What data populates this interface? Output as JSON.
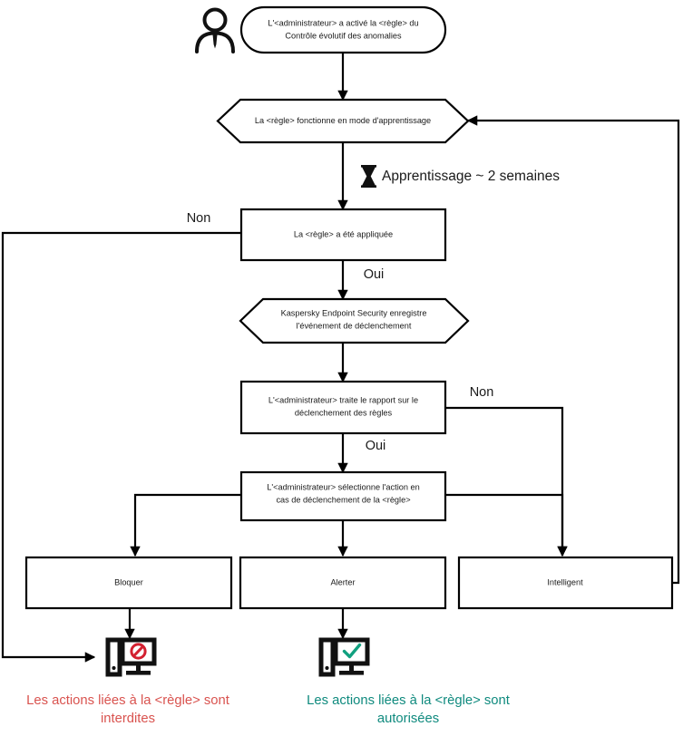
{
  "diagram": {
    "title": "Adaptive Anomaly Control rule workflow",
    "colors": {
      "line": "#000000",
      "text": "#1a1a1a",
      "forbidden": "#d9534f",
      "allowed": "#0f8a7e",
      "deny_icon": "#d32030",
      "allow_icon": "#11a07f"
    },
    "actor": {
      "name": "administrator-person-icon",
      "label": "administrator"
    },
    "nodes": [
      {
        "id": "start",
        "shape": "rounded",
        "name": "node-rule-enabled",
        "lines": [
          "L'<administrateur> a activé la <règle> du",
          "Contrôle évolutif des anomalies"
        ]
      },
      {
        "id": "learning",
        "shape": "hexagon",
        "name": "node-learning-mode",
        "lines": [
          "La <règle> fonctionne en mode d'apprentissage"
        ]
      },
      {
        "id": "applied",
        "shape": "rect",
        "name": "node-rule-applied",
        "lines": [
          "La <règle> a été appliquée"
        ]
      },
      {
        "id": "record",
        "shape": "hexagon",
        "name": "node-kes-records-event",
        "lines": [
          "Kaspersky Endpoint Security enregistre",
          "l'événement de déclenchement"
        ]
      },
      {
        "id": "report",
        "shape": "rect",
        "name": "node-admin-handles-report",
        "lines": [
          "L'<administrateur> traite le rapport sur le",
          "déclenchement des règles"
        ]
      },
      {
        "id": "select",
        "shape": "rect",
        "name": "node-admin-selects-action",
        "lines": [
          "L'<administrateur> sélectionne l'action en",
          "cas de déclenchement de la <règle>"
        ]
      },
      {
        "id": "block",
        "shape": "rect",
        "name": "node-action-block",
        "lines": [
          "Bloquer"
        ]
      },
      {
        "id": "alert",
        "shape": "rect",
        "name": "node-action-alert",
        "lines": [
          "Alerter"
        ]
      },
      {
        "id": "smart",
        "shape": "rect",
        "name": "node-action-smart",
        "lines": [
          "Intelligent"
        ]
      }
    ],
    "edge_labels": {
      "no_left": "Non",
      "yes_applied": "Oui",
      "no_right": "Non",
      "yes_report": "Oui"
    },
    "note": {
      "icon": "hourglass-icon",
      "glyph": "⧗",
      "text": "Apprentissage ~ 2 semaines"
    },
    "outcomes": [
      {
        "id": "forbidden",
        "icon": "computer-blocked-icon",
        "lines": [
          "Les actions liées à la <règle> sont",
          "interdites"
        ],
        "color": "#d9534f"
      },
      {
        "id": "allowed",
        "icon": "computer-allowed-icon",
        "lines": [
          "Les actions liées à la <règle> sont",
          "autorisées"
        ],
        "color": "#0f8a7e"
      }
    ]
  }
}
